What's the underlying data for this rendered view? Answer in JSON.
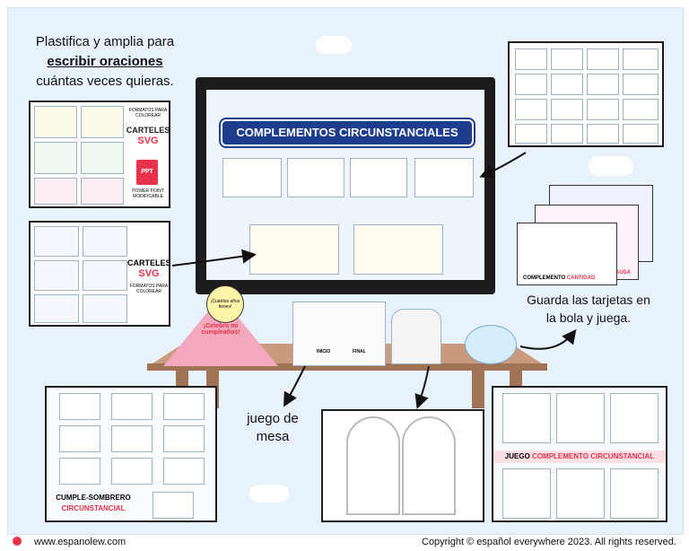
{
  "header": {
    "line1": "Plastifica y amplia para",
    "line2": "escribir oraciones",
    "line3": "cuántas veces quieras."
  },
  "board": {
    "title": "COMPLEMENTOS CIRCUNSTANCIALES"
  },
  "cards_left_top": {
    "title1": "CARTELES",
    "title2": "SVG",
    "note_top": "FORMATOS PARA COLOREAR",
    "ppt_badge": "PPT",
    "ppt_note": "POWER POINT MODIFICABLE"
  },
  "cards_left_mid": {
    "title1": "CARTELES",
    "title2": "SVG",
    "note": "FORMATOS PARA COLOREAR"
  },
  "triangle_game": {
    "bubble": "¡Cuántos años tienes!",
    "banner": "¡Celebro mi cumpleaños!"
  },
  "board_game": {
    "label1": "INICIO",
    "label2": "FINAL"
  },
  "cards_right_stack": {
    "label_cantidad": "COMPLEMENTO",
    "value_cantidad": "CANTIDAD",
    "value_causa": "CAUSA"
  },
  "ball_text": {
    "line1": "Guarda las tarjetas en",
    "line2": "la bola y juega."
  },
  "game_text": {
    "line1": "juego de",
    "line2": "mesa"
  },
  "bottom_left": {
    "title1": "CUMPLE-SOMBRERO",
    "title2": "CIRCUNSTANCIAL"
  },
  "bottom_right": {
    "title_prefix": "JUEGO",
    "title_rest": "COMPLEMENTO CIRCUNSTANCIAL"
  },
  "footer": {
    "website": "www.espanolew.com",
    "copyright": "Copyright © español everywhere 2023. All rights reserved."
  },
  "colors": {
    "accent_red": "#e8314a",
    "navy": "#1f3d8f",
    "pink": "#f29ab0",
    "background": "#e8f2fd"
  }
}
